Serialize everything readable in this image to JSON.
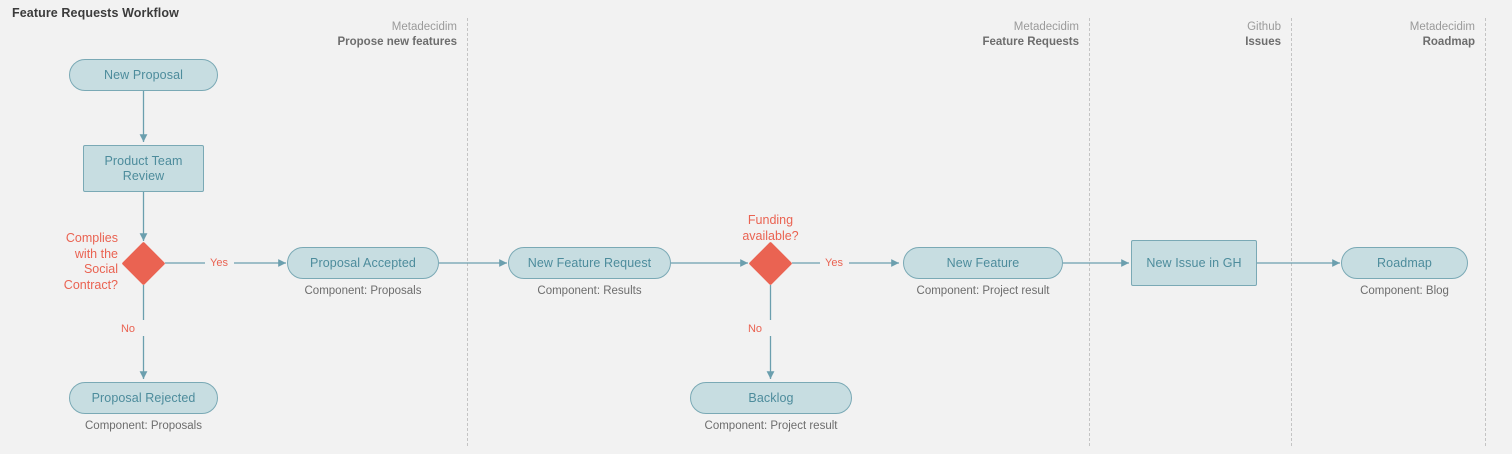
{
  "title": "Feature Requests Workflow",
  "colors": {
    "background": "#f2f2f2",
    "node_fill": "#c7dde1",
    "node_border": "#7aa9b5",
    "node_text": "#4d8c9c",
    "decision_fill": "#ea6352",
    "decision_text": "#ea6352",
    "edge": "#6b9fae",
    "caption_text": "#6d6d6d",
    "divider": "#c4c4c4",
    "title_text": "#3b3b3b"
  },
  "lanes": [
    {
      "org": "Metadecidim",
      "name": "Propose new features"
    },
    {
      "org": "Metadecidim",
      "name": "Feature Requests"
    },
    {
      "org": "Github",
      "name": "Issues"
    },
    {
      "org": "Metadecidim",
      "name": "Roadmap"
    }
  ],
  "nodes": {
    "new_proposal": {
      "label": "New Proposal",
      "shape": "pill",
      "caption": ""
    },
    "product_team_review": {
      "label": "Product Team\nReview",
      "shape": "rect",
      "caption": ""
    },
    "proposal_accepted": {
      "label": "Proposal Accepted",
      "shape": "pill",
      "caption": "Component: Proposals"
    },
    "proposal_rejected": {
      "label": "Proposal Rejected",
      "shape": "pill",
      "caption": "Component: Proposals"
    },
    "new_feature_request": {
      "label": "New Feature Request",
      "shape": "pill",
      "caption": "Component: Results"
    },
    "new_feature": {
      "label": "New Feature",
      "shape": "pill",
      "caption": "Component: Project result"
    },
    "backlog": {
      "label": "Backlog",
      "shape": "pill",
      "caption": "Component: Project result"
    },
    "new_issue_gh": {
      "label": "New Issue in GH",
      "shape": "rect",
      "caption": ""
    },
    "roadmap": {
      "label": "Roadmap",
      "shape": "pill",
      "caption": "Component: Blog"
    }
  },
  "decisions": {
    "social_contract": {
      "question_lines": [
        "Complies",
        "with the",
        "Social",
        "Contract?"
      ],
      "yes_label": "Yes",
      "no_label": "No"
    },
    "funding": {
      "question_lines": [
        "Funding",
        "available?"
      ],
      "yes_label": "Yes",
      "no_label": "No"
    }
  },
  "product_team_review_lines": [
    "Product Team",
    "Review"
  ]
}
